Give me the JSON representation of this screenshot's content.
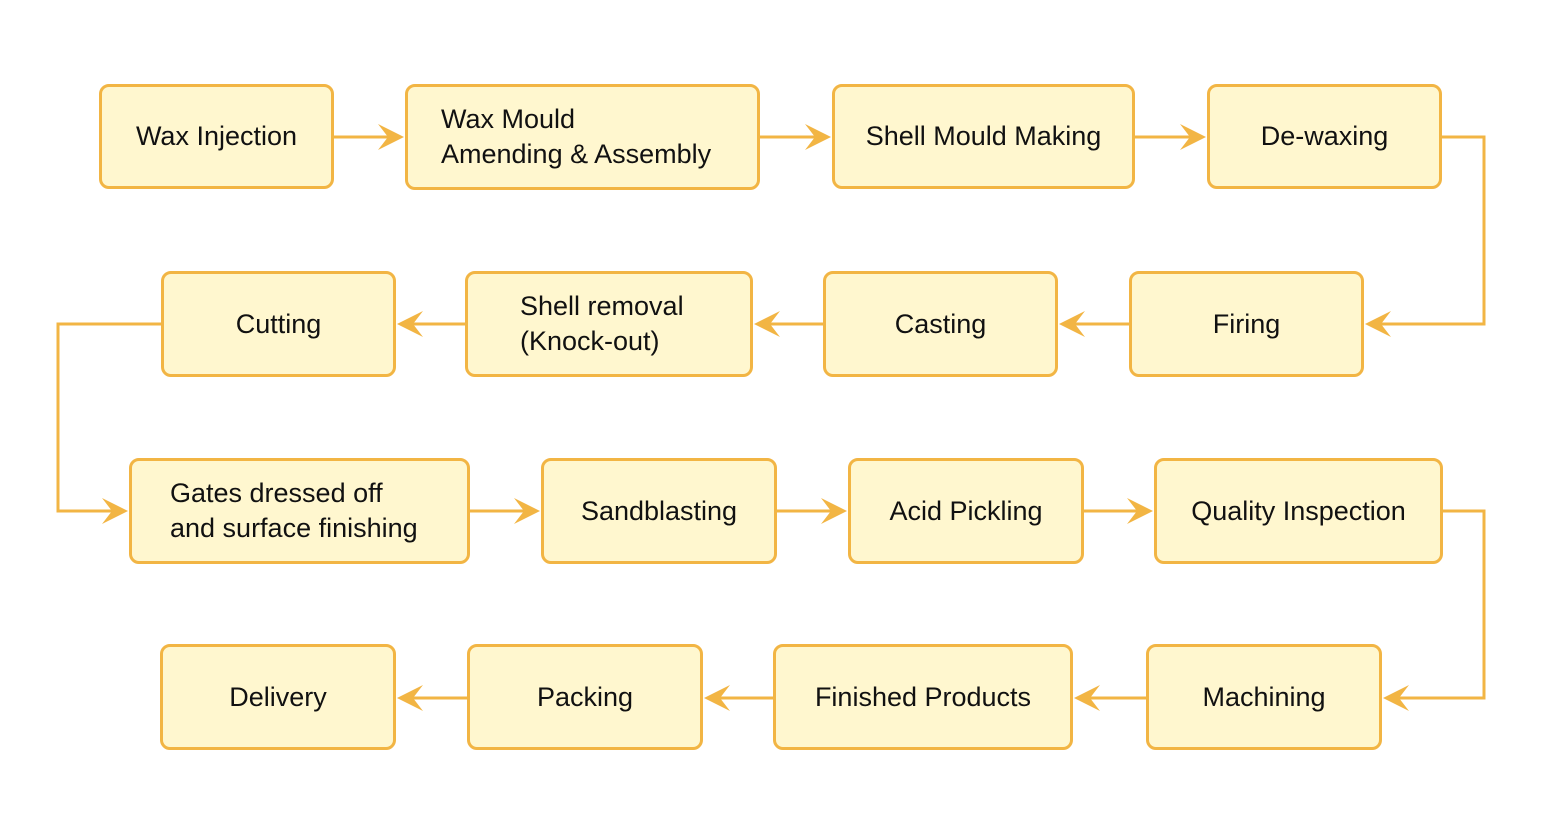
{
  "colors": {
    "box_fill": "#fff7cf",
    "box_border": "#f2b544",
    "connector": "#f2b544",
    "text": "#111111"
  },
  "steps": [
    {
      "id": "wax-injection",
      "label": "Wax Injection"
    },
    {
      "id": "wax-mould-amending-assembly",
      "label": "Wax Mould\nAmending & Assembly"
    },
    {
      "id": "shell-mould-making",
      "label": "Shell Mould Making"
    },
    {
      "id": "de-waxing",
      "label": "De-waxing"
    },
    {
      "id": "firing",
      "label": "Firing"
    },
    {
      "id": "casting",
      "label": "Casting"
    },
    {
      "id": "shell-removal",
      "label": "Shell removal\n(Knock-out)"
    },
    {
      "id": "cutting",
      "label": "Cutting"
    },
    {
      "id": "gates-dressed-off",
      "label": "Gates dressed off\nand surface finishing"
    },
    {
      "id": "sandblasting",
      "label": "Sandblasting"
    },
    {
      "id": "acid-pickling",
      "label": "Acid Pickling"
    },
    {
      "id": "quality-inspection",
      "label": "Quality Inspection"
    },
    {
      "id": "machining",
      "label": "Machining"
    },
    {
      "id": "finished-products",
      "label": "Finished Products"
    },
    {
      "id": "packing",
      "label": "Packing"
    },
    {
      "id": "delivery",
      "label": "Delivery"
    }
  ],
  "flow": [
    [
      "wax-injection",
      "wax-mould-amending-assembly"
    ],
    [
      "wax-mould-amending-assembly",
      "shell-mould-making"
    ],
    [
      "shell-mould-making",
      "de-waxing"
    ],
    [
      "de-waxing",
      "firing"
    ],
    [
      "firing",
      "casting"
    ],
    [
      "casting",
      "shell-removal"
    ],
    [
      "shell-removal",
      "cutting"
    ],
    [
      "cutting",
      "gates-dressed-off"
    ],
    [
      "gates-dressed-off",
      "sandblasting"
    ],
    [
      "sandblasting",
      "acid-pickling"
    ],
    [
      "acid-pickling",
      "quality-inspection"
    ],
    [
      "quality-inspection",
      "machining"
    ],
    [
      "machining",
      "finished-products"
    ],
    [
      "finished-products",
      "packing"
    ],
    [
      "packing",
      "delivery"
    ]
  ]
}
